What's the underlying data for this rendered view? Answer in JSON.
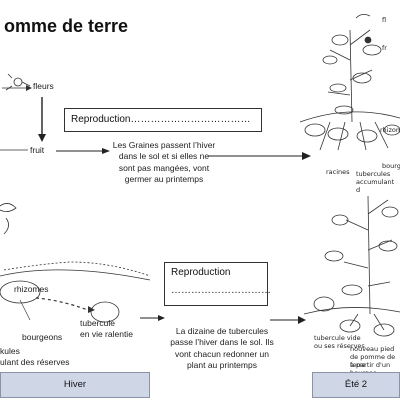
{
  "title": "omme de terre",
  "top_left": {
    "label_flowers": "fleurs",
    "label_fruit": "fruit"
  },
  "reproduction_top": {
    "heading": "Reproduction………………………………",
    "note": [
      "Les Graines passent l’hiver",
      "dans le sol et si elles ne",
      "sont pas mangées, vont",
      "germer au printemps"
    ]
  },
  "top_right_plant": {
    "labels": [
      "fl",
      "fr",
      "rhizom",
      "racines",
      "tubercules",
      "accumulant d",
      "bourgeo"
    ]
  },
  "bottom_left": {
    "label_rhizomes": "rhizomes",
    "label_bourgeons": "bourgeons",
    "label_tubercule": "tubercule",
    "label_vie_ralentie": "en vie ralentie",
    "label_kules": "kules",
    "label_accumulant": "ulant des réserves",
    "panel_label": "Hiver"
  },
  "reproduction_bottom": {
    "heading": "Reproduction",
    "dots": "…………………………",
    "note": [
      "La dizaine de tubercules",
      "passe l’hiver dans le sol. Ils",
      "vont chacun redonner un",
      "plant au printemps"
    ]
  },
  "bottom_right_plant": {
    "labels": [
      "tubercule vide",
      "ou ses réserves",
      "nouveau pied",
      "de pomme de terre",
      "à partir d'un bourgeo"
    ],
    "panel_label": "Été 2"
  },
  "colors": {
    "panel_bg": "#cfd7e6",
    "ink": "#222222"
  }
}
